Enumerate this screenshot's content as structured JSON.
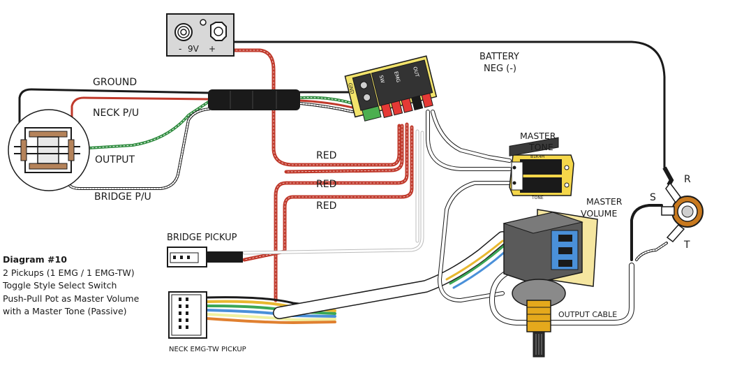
{
  "labels": {
    "battery_minus": "-",
    "battery_voltage": "9V",
    "battery_plus": "+",
    "battery_neg_line1": "BATTERY",
    "battery_neg_line2": "NEG (-)",
    "ground": "GROUND",
    "neck_pu": "NECK P/U",
    "output": "OUTPUT",
    "bridge_pu": "BRIDGE P/U",
    "red1": "RED",
    "red2": "RED",
    "red3": "RED",
    "master_tone_line1": "MASTER",
    "master_tone_line2": "TONE",
    "master_volume_line1": "MASTER",
    "master_volume_line2": "VOLUME",
    "jack_r": "R",
    "jack_s": "S",
    "jack_t": "T",
    "bridge_pickup": "BRIDGE PICKUP",
    "neck_pickup": "NECK EMG-TW PICKUP",
    "output_cable": "OUTPUT CABLE",
    "tone_board_top": "B1K4H",
    "tone_board_bottom": "TONE",
    "tb_gnd": "GND",
    "tb_col1": "SW",
    "tb_col2": "EMG",
    "tb_col3": "OUT"
  },
  "caption": {
    "title": "Diagram #10",
    "line1": "2 Pickups (1 EMG / 1 EMG-TW)",
    "line2": "Toggle Style Select Switch",
    "line3": "Push-Pull Pot as Master Volume",
    "line4": "with a Master Tone (Passive)"
  },
  "colors": {
    "red_wire": "#c0392b",
    "green_wire": "#3aa655",
    "black_wire": "#1a1a1a",
    "terminal_yellow": "#f2e36b",
    "tone_board": "#f5d74a",
    "pot_shaft": "#e5a91c",
    "jack_orange": "#c8791e"
  }
}
